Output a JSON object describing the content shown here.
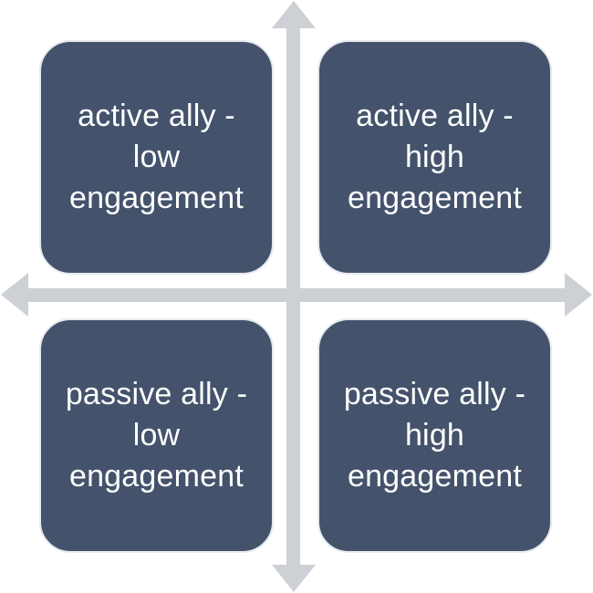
{
  "diagram": {
    "quadrants": [
      {
        "id": "top-left",
        "label": "active ally - low engagement"
      },
      {
        "id": "top-right",
        "label": "active ally - high engagement"
      },
      {
        "id": "bottom-left",
        "label": "passive ally - low engagement"
      },
      {
        "id": "bottom-right",
        "label": "passive ally - high engagement"
      }
    ],
    "colors": {
      "box_fill": "#44536b",
      "box_border": "#e6e9ee",
      "axis": "#cdd0d5",
      "text": "#ffffff"
    }
  }
}
